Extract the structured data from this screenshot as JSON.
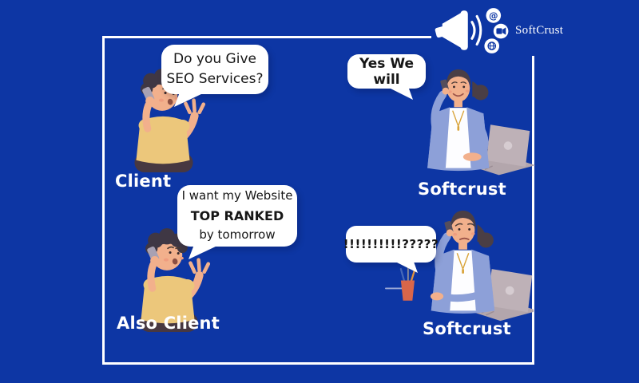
{
  "colors": {
    "background": "#0d36a4",
    "frame": "#ffffff",
    "bubble_bg": "#ffffff",
    "bubble_text": "#161616",
    "label_text": "#ffffff",
    "shirt_yellow": "#ecc77b",
    "blazer_periwinkle": "#8da0d8",
    "laptop_mauve": "#b7aab0",
    "cup_orange": "#d9664a"
  },
  "logo": {
    "text": "SoftCrust",
    "icons": [
      "megaphone-icon",
      "at-icon",
      "video-camera-icon",
      "globe-icon"
    ]
  },
  "quadrants": {
    "top_left": {
      "bubble": {
        "line1": "Do you Give",
        "line2": "SEO Services?"
      },
      "label": "Client"
    },
    "top_right": {
      "bubble": {
        "line1": "Yes We will"
      },
      "label": "Softcrust"
    },
    "bottom_left": {
      "bubble": {
        "line1": "I want my Website",
        "line2": "TOP RANKED",
        "line3": "by tomorrow"
      },
      "label": "Also Client"
    },
    "bottom_right": {
      "bubble": {
        "line1": "!!!!!!!!!!?????"
      },
      "label": "Softcrust"
    }
  }
}
